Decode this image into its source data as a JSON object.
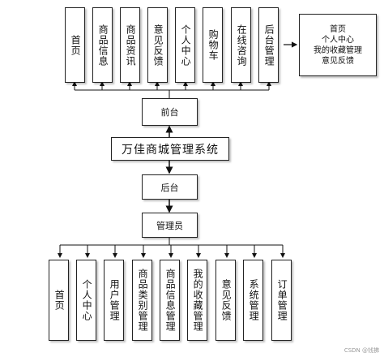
{
  "front_items": [
    "首页",
    "商品信息",
    "商品资讯",
    "意见反馈",
    "个人中心",
    "购物车",
    "在线咨询",
    "后台管理"
  ],
  "side_box_lines": [
    "首页",
    "个人中心",
    "我的收藏管理",
    "意见反馈"
  ],
  "front_label": "前台",
  "system_title": "万佳商城管理系统",
  "back_label": "后台",
  "admin_label": "管理员",
  "back_items": [
    "首页",
    "个人中心",
    "用户管理",
    "商品类别管理",
    "商品信息管理",
    "我的收藏管理",
    "意见反馈",
    "系统管理",
    "订单管理"
  ],
  "watermark": "CSDN @钱拂"
}
